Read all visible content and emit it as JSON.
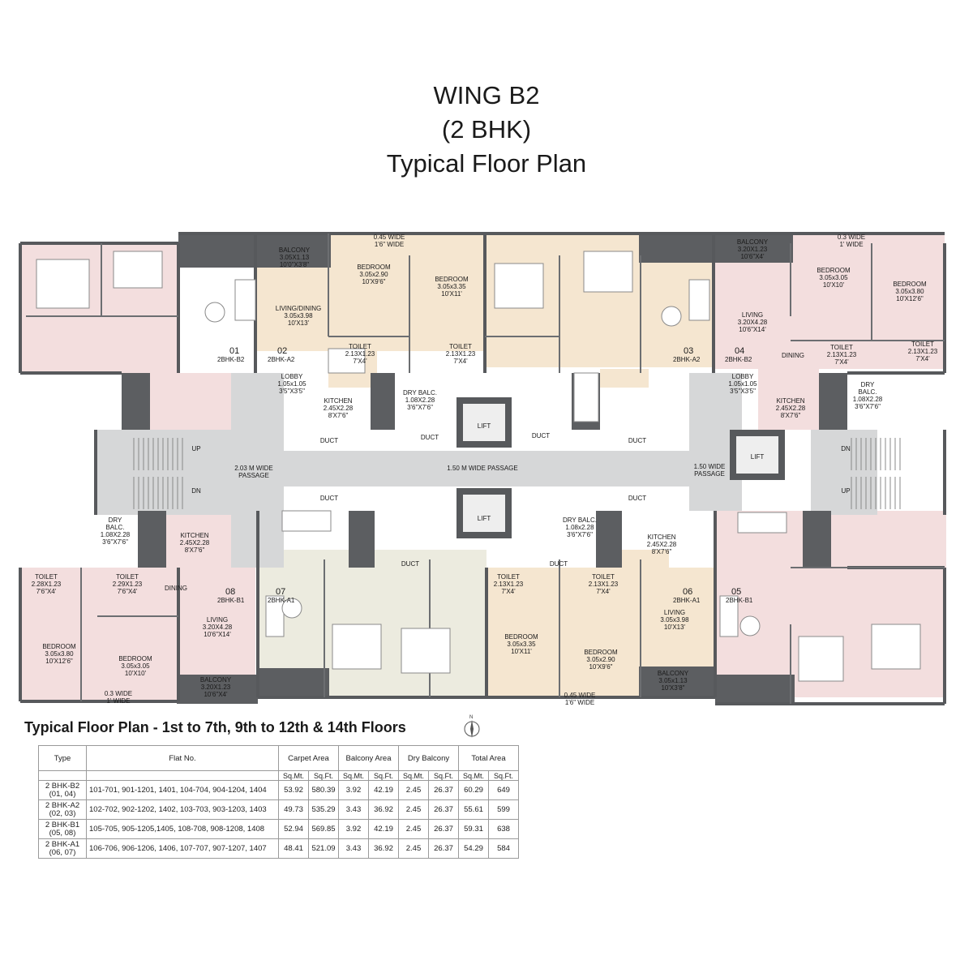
{
  "title": {
    "line1": "WING B2",
    "line2": "(2 BHK)",
    "line3": "Typical Floor Plan"
  },
  "colors": {
    "pink": "#f3dede",
    "peach": "#f5e6d0",
    "green": "#ecebdf",
    "wall": "#57595c",
    "passage": "#d6d7d8",
    "balcony": "#5c5e61"
  },
  "plan_labels": {
    "unit01": "01",
    "unit01_type": "2BHK-B2",
    "unit02": "02",
    "unit02_type": "2BHK-A2",
    "unit03": "03",
    "unit03_type": "2BHK-A2",
    "unit04": "04",
    "unit04_type": "2BHK-B2",
    "unit05": "05",
    "unit05_type": "2BHK-B1",
    "unit06": "06",
    "unit06_type": "2BHK-A1",
    "unit07": "07",
    "unit07_type": "2BHK-A1",
    "unit08": "08",
    "unit08_type": "2BHK-B1",
    "balcony_top_l": [
      "BALCONY",
      "3.05X1.13",
      "10'0\"X3'8\""
    ],
    "wide045_top": [
      "0.45 WIDE",
      "1'6\" WIDE"
    ],
    "bedroom_02a": [
      "BEDROOM",
      "3.05x2.90",
      "10'X9'6\""
    ],
    "bedroom_02b": [
      "BEDROOM",
      "3.05x3.35",
      "10'X11'"
    ],
    "living_02": [
      "LIVING/DINING",
      "3.05x3.98",
      "10'X13'"
    ],
    "toilet_02a": [
      "TOILET",
      "2.13X1.23",
      "7'X4'"
    ],
    "toilet_02b": [
      "TOILET",
      "2.13X1.23",
      "7'X4'"
    ],
    "lobby_02": [
      "LOBBY",
      "1.05x1.05",
      "3'5\"X3'5\""
    ],
    "kitchen_02": [
      "KITCHEN",
      "2.45X2.28",
      "8'X7'6\""
    ],
    "drybalc_02": [
      "DRY BALC.",
      "1.08X2.28",
      "3'6\"X7'6\""
    ],
    "balcony_top_r": [
      "BALCONY",
      "3.20X1.23",
      "10'6\"X4'"
    ],
    "wide03_top": [
      "0.3 WIDE",
      "1' WIDE"
    ],
    "bedroom_04a": [
      "BEDROOM",
      "3.05x3.05",
      "10'X10'"
    ],
    "bedroom_04b": [
      "BEDROOM",
      "3.05x3.80",
      "10'X12'6\""
    ],
    "living_04": [
      "LIVING",
      "3.20X4.28",
      "10'6\"X14'"
    ],
    "dining_04": "DINING",
    "toilet_04a": [
      "TOILET",
      "2.13X1.23",
      "7'X4'"
    ],
    "toilet_04b": [
      "TOILET",
      "2.13X1.23",
      "7'X4'"
    ],
    "lobby_04": [
      "LOBBY",
      "1.05x1.05",
      "3'5\"X3'5\""
    ],
    "kitchen_04": [
      "KITCHEN",
      "2.45X2.28",
      "8'X7'6\""
    ],
    "drybalc_04": [
      "DRY",
      "BALC.",
      "1.08X2.28",
      "3'6\"X7'6\""
    ],
    "duct": "DUCT",
    "lift": "LIFT",
    "up": "UP",
    "dn": "DN",
    "passage_left": [
      "2.03 M WIDE",
      "PASSAGE"
    ],
    "passage_center": "1.50 M WIDE PASSAGE",
    "passage_right": [
      "1.50 WIDE",
      "PASSAGE"
    ],
    "drybalc_08": [
      "DRY",
      "BALC.",
      "1.08X2.28",
      "3'6\"X7'6\""
    ],
    "kitchen_08": [
      "KITCHEN",
      "2.45X2.28",
      "8'X7'6\""
    ],
    "toilet_08a": [
      "TOILET",
      "2.28X1.23",
      "7'6\"X4'"
    ],
    "toilet_08b": [
      "TOILET",
      "2.29X1.23",
      "7'6\"X4'"
    ],
    "dining_08": "DINING",
    "living_08": [
      "LIVING",
      "3.20X4.28",
      "10'6\"X14'"
    ],
    "bedroom_08a": [
      "BEDROOM",
      "3.05x3.80",
      "10'X12'6\""
    ],
    "bedroom_08b": [
      "BEDROOM",
      "3.05x3.05",
      "10'X10'"
    ],
    "wide03_bot": [
      "0.3 WIDE",
      "1' WIDE"
    ],
    "balcony_bot_l": [
      "BALCONY",
      "3.20X1.23",
      "10'6\"X4'"
    ],
    "drybalc_06": [
      "DRY BALC.",
      "1.08x2.28",
      "3'6\"X7'6\""
    ],
    "kitchen_06": [
      "KITCHEN",
      "2.45X2.28",
      "8'X7'6\""
    ],
    "toilet_06a": [
      "TOILET",
      "2.13X1.23",
      "7'X4'"
    ],
    "toilet_06b": [
      "TOILET",
      "2.13X1.23",
      "7'X4'"
    ],
    "living_06": [
      "LIVING",
      "3.05x3.98",
      "10'X13'"
    ],
    "bedroom_06a": [
      "BEDROOM",
      "3.05x3.35",
      "10'X11'"
    ],
    "bedroom_06b": [
      "BEDROOM",
      "3.05x2.90",
      "10'X9'6\""
    ],
    "wide045_bot": [
      "0.45 WIDE",
      "1'6\" WIDE"
    ],
    "balcony_bot_r": [
      "BALCONY",
      "3.05x1.13",
      "10'X3'8\""
    ]
  },
  "table": {
    "caption": "Typical Floor Plan - 1st to 7th, 9th to 12th & 14th Floors",
    "headers": [
      "Type",
      "Flat No.",
      "Carpet Area",
      "Balcony Area",
      "Dry Balcony",
      "Total Area"
    ],
    "units": [
      "Sq.Mt.",
      "Sq.Ft.",
      "Sq.Mt.",
      "Sq.Ft.",
      "Sq.Mt.",
      "Sq.Ft.",
      "Sq.Mt.",
      "Sq.Ft."
    ],
    "rows": [
      {
        "type": "2 BHK-B2",
        "units": "(01, 04)",
        "flats": "101-701, 901-1201, 1401, 104-704, 904-1204, 1404",
        "vals": [
          "53.92",
          "580.39",
          "3.92",
          "42.19",
          "2.45",
          "26.37",
          "60.29",
          "649"
        ]
      },
      {
        "type": "2 BHK-A2",
        "units": "(02, 03)",
        "flats": "102-702, 902-1202, 1402, 103-703, 903-1203, 1403",
        "vals": [
          "49.73",
          "535.29",
          "3.43",
          "36.92",
          "2.45",
          "26.37",
          "55.61",
          "599"
        ]
      },
      {
        "type": "2 BHK-B1",
        "units": "(05, 08)",
        "flats": "105-705, 905-1205,1405,  108-708, 908-1208, 1408",
        "vals": [
          "52.94",
          "569.85",
          "3.92",
          "42.19",
          "2.45",
          "26.37",
          "59.31",
          "638"
        ]
      },
      {
        "type": "2 BHK-A1",
        "units": "(06, 07)",
        "flats": "106-706, 906-1206, 1406, 107-707, 907-1207, 1407",
        "vals": [
          "48.41",
          "521.09",
          "3.43",
          "36.92",
          "2.45",
          "26.37",
          "54.29",
          "584"
        ]
      }
    ]
  }
}
